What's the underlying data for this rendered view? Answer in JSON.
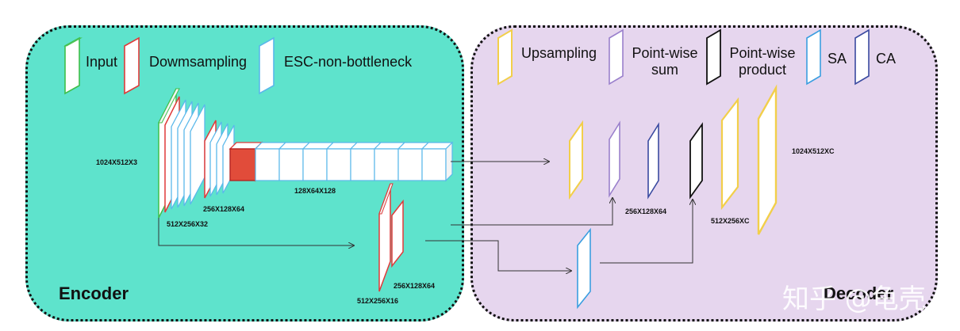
{
  "legend": {
    "input": "Input",
    "downsampling": "Dowmsampling",
    "esc": "ESC-non-bottleneck",
    "upsampling": "Upsampling",
    "pointwise_sum": [
      "Point-wise",
      "sum"
    ],
    "pointwise_product": [
      "Point-wise",
      "product"
    ],
    "sa": "SA",
    "ca": "CA"
  },
  "dims": {
    "input": "1024X512X3",
    "stage1": "512X256X32",
    "stage2": "256X128X64",
    "bottleneck": "128X64X128",
    "skip_a": "256X128X64",
    "skip_b": "512X256X16",
    "decoder_mid": "256X128X64",
    "decoder_up": "512X256XC",
    "output": "1024X512XC"
  },
  "sections": {
    "encoder": "Encoder",
    "decoder": "Decoder"
  },
  "watermark": "知乎 @龟壳",
  "colors": {
    "encoder_bg": "#5ee3cc",
    "decoder_bg": "#e6d6ee",
    "input": "#3fbf4a",
    "downsampling": "#e03a3a",
    "esc": "#5ab8ea",
    "upsampling": "#f2cf4a",
    "pointwise_sum": "#9a80cc",
    "pointwise_product": "#111111",
    "sa": "#3a9ee0",
    "ca": "#3a4aa0"
  }
}
